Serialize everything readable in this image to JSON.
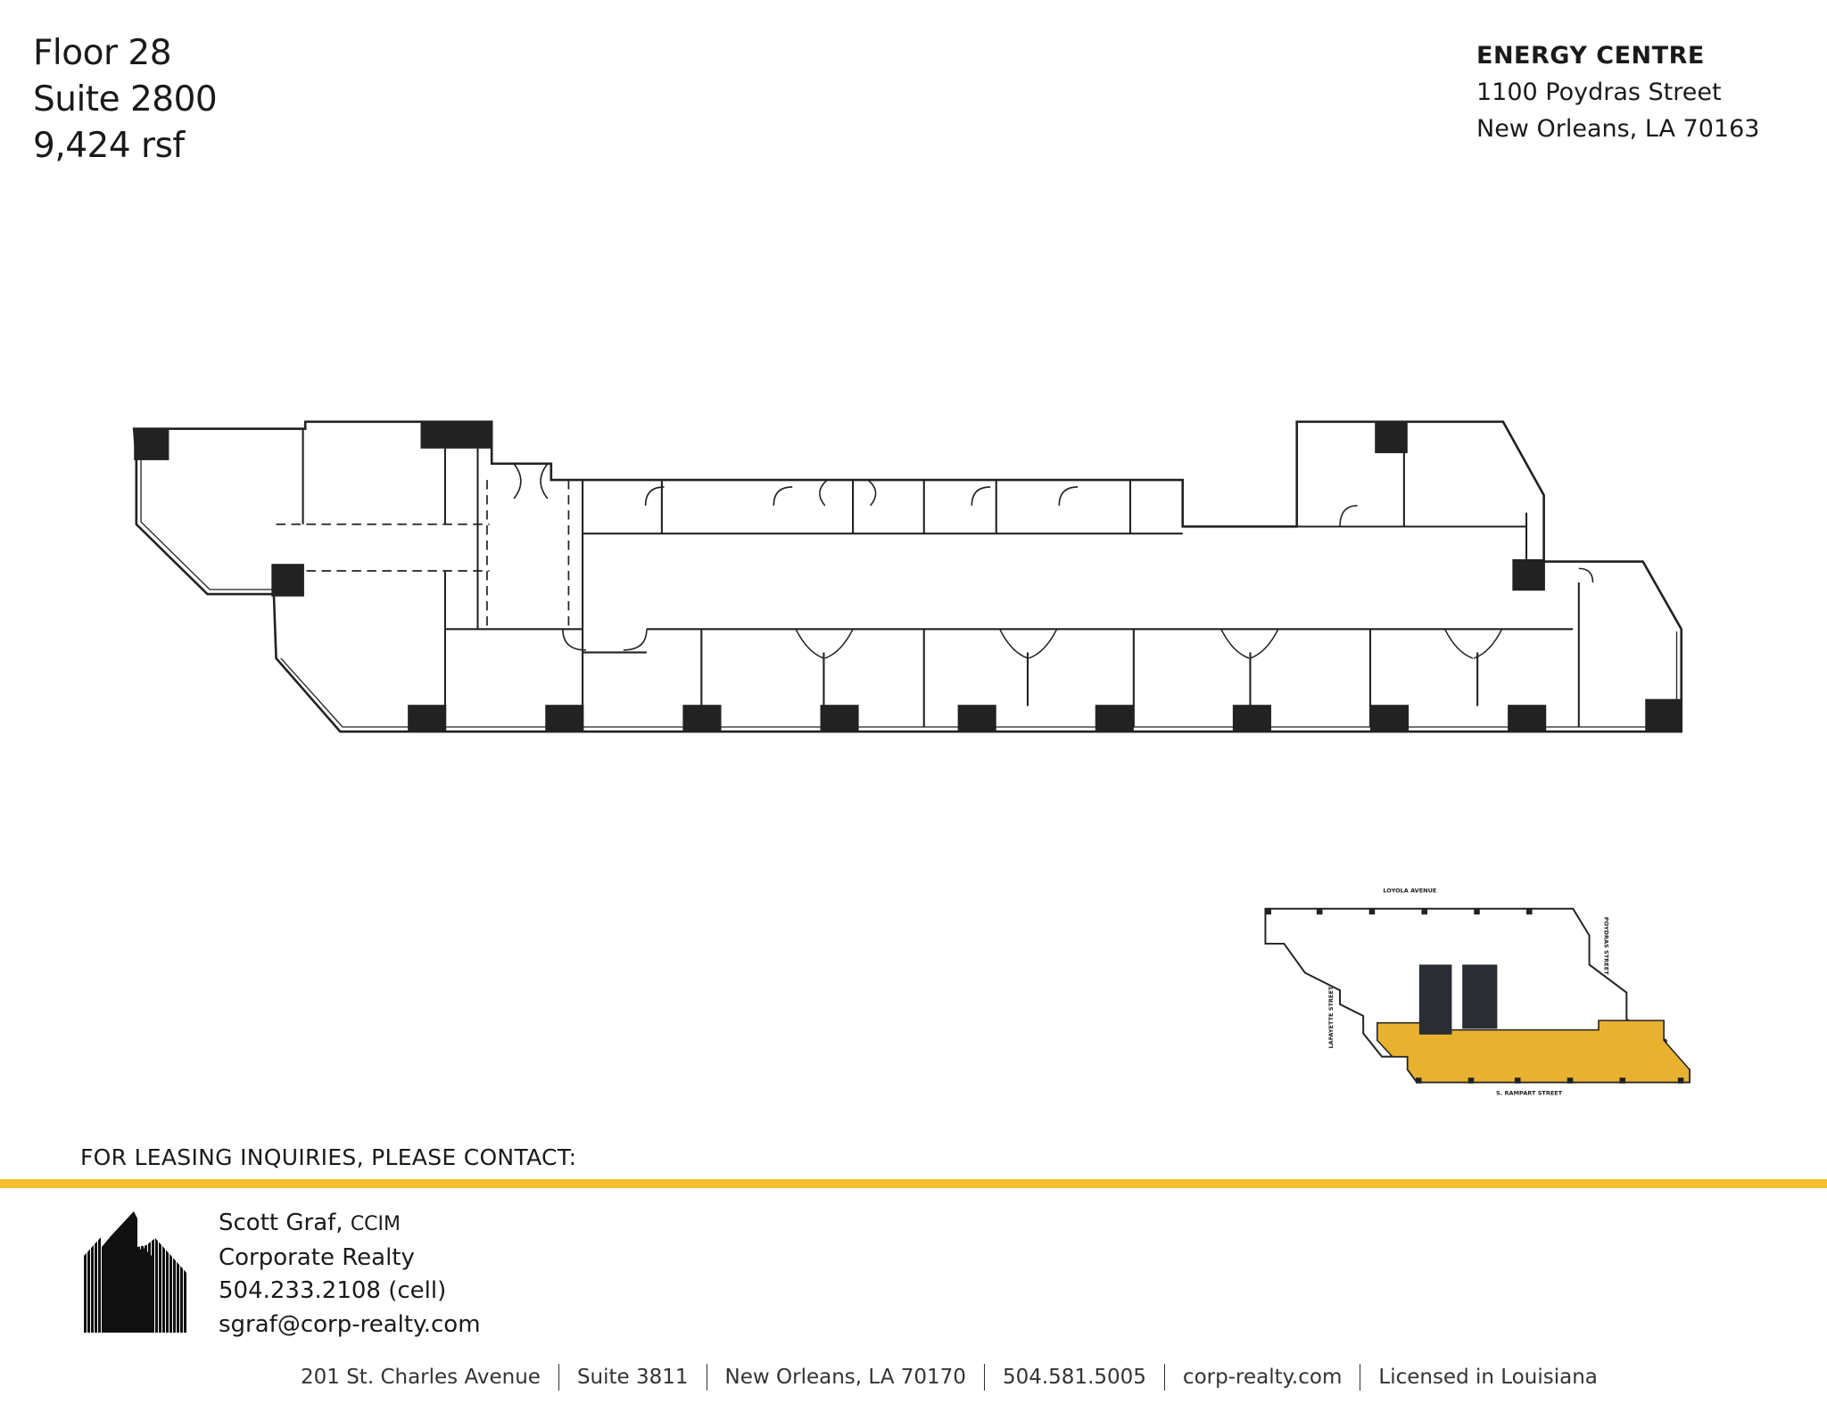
{
  "suite": {
    "floor": "Floor 28",
    "suite": "Suite 2800",
    "area": "9,424 rsf"
  },
  "building": {
    "name": "ENERGY CENTRE",
    "street": "1100 Poydras Street",
    "city": "New Orleans, LA 70163"
  },
  "key_plan": {
    "streets": {
      "north": "LOYOLA AVENUE",
      "east": "POYDRAS STREET",
      "west": "LAFAYETTE STREET",
      "south": "S. RAMPART STREET"
    },
    "highlight_color": "#E8B230"
  },
  "leasing": {
    "heading": "FOR LEASING INQUIRIES, PLEASE CONTACT:",
    "bar_color": "#F7BE2E"
  },
  "contact": {
    "name": "Scott Graf,",
    "credential": "CCIM",
    "company": "Corporate Realty",
    "phone": "504.233.2108 (cell)",
    "email": "sgraf@corp-realty.com"
  },
  "footer": [
    "201 St. Charles Avenue",
    "Suite 3811",
    "New Orleans, LA 70170",
    "504.581.5005",
    "corp-realty.com",
    "Licensed in Louisiana"
  ]
}
